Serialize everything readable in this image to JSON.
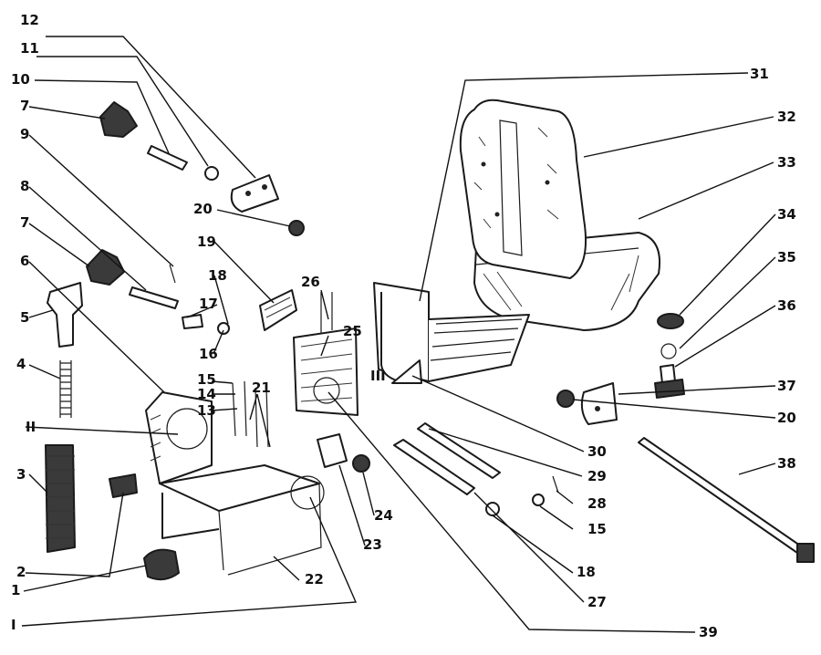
{
  "diagram": {
    "labels": {
      "l1": "1",
      "l2": "2",
      "l3": "3",
      "l4": "4",
      "l5": "5",
      "l6": "6",
      "l7a": "7",
      "l7b": "7",
      "l8": "8",
      "l9": "9",
      "l10": "10",
      "l11": "11",
      "l12": "12",
      "l13": "13",
      "l14": "14",
      "l15a": "15",
      "l15b": "15",
      "l16": "16",
      "l17": "17",
      "l18a": "18",
      "l18b": "18",
      "l19": "19",
      "l20a": "20",
      "l20b": "20",
      "l21": "21",
      "l22": "22",
      "l23": "23",
      "l24": "24",
      "l25": "25",
      "l26": "26",
      "l27": "27",
      "l28": "28",
      "l29": "29",
      "l30": "30",
      "l31": "31",
      "l32": "32",
      "l33": "33",
      "l34": "34",
      "l35": "35",
      "l36": "36",
      "l37": "37",
      "l38": "38",
      "l39": "39",
      "rI": "I",
      "rII": "II",
      "rIII": "III"
    }
  }
}
